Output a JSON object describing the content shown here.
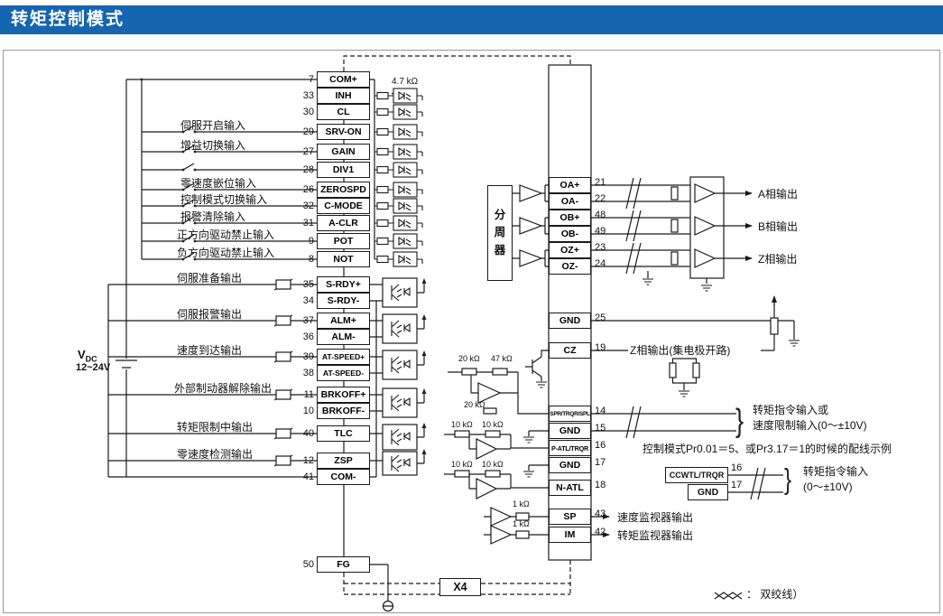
{
  "header": {
    "title": "转矩控制模式"
  },
  "left_connector": {
    "pins": [
      {
        "num": "7",
        "name": "COM+"
      },
      {
        "num": "33",
        "name": "INH"
      },
      {
        "num": "30",
        "name": "CL"
      },
      {
        "num": "29",
        "name": "SRV-ON"
      },
      {
        "num": "27",
        "name": "GAIN"
      },
      {
        "num": "28",
        "name": "DIV1"
      },
      {
        "num": "26",
        "name": "ZEROSPD"
      },
      {
        "num": "32",
        "name": "C-MODE"
      },
      {
        "num": "31",
        "name": "A-CLR"
      },
      {
        "num": "9",
        "name": "POT"
      },
      {
        "num": "8",
        "name": "NOT"
      },
      {
        "num": "35",
        "name": "S-RDY+"
      },
      {
        "num": "34",
        "name": "S-RDY-"
      },
      {
        "num": "37",
        "name": "ALM+"
      },
      {
        "num": "36",
        "name": "ALM-"
      },
      {
        "num": "39",
        "name": "AT-SPEED+"
      },
      {
        "num": "38",
        "name": "AT-SPEED-"
      },
      {
        "num": "11",
        "name": "BRKOFF+"
      },
      {
        "num": "10",
        "name": "BRKOFF-"
      },
      {
        "num": "40",
        "name": "TLC"
      },
      {
        "num": "12",
        "name": "ZSP"
      },
      {
        "num": "41",
        "name": "COM-"
      },
      {
        "num": "50",
        "name": "FG"
      }
    ]
  },
  "right_connector": {
    "pins": [
      {
        "name": "OA+",
        "num": "21"
      },
      {
        "name": "OA-",
        "num": "22"
      },
      {
        "name": "OB+",
        "num": "48"
      },
      {
        "name": "OB-",
        "num": "49"
      },
      {
        "name": "OZ+",
        "num": "23"
      },
      {
        "name": "OZ-",
        "num": "24"
      },
      {
        "name": "GND",
        "num": "25"
      },
      {
        "name": "CZ",
        "num": "19"
      },
      {
        "name": "SPR/TRQR/SPL",
        "num": "14"
      },
      {
        "name": "GND",
        "num": "15"
      },
      {
        "name": "P-ATL/TRQR",
        "num": "16"
      },
      {
        "name": "GND",
        "num": "17"
      },
      {
        "name": "N-ATL",
        "num": "18"
      },
      {
        "name": "SP",
        "num": "43"
      },
      {
        "name": "IM",
        "num": "42"
      }
    ]
  },
  "input_labels": [
    "伺服开启输入",
    "增益切换输入",
    "零速度嵌位输入",
    "控制模式切换输入",
    "报警清除输入",
    "正方向驱动禁止输入",
    "负方向驱动禁止输入"
  ],
  "output_labels": [
    "伺服准备输出",
    "伺服报警输出",
    "速度到达输出",
    "外部制动器解除输出",
    "转矩限制中输出",
    "零速度检测输出"
  ],
  "power": {
    "v": "V",
    "dc": "DC",
    "range": "12~24V"
  },
  "components": {
    "inh_resistor": "4.7 kΩ",
    "divider": "分周器",
    "r20k_a": "20 kΩ",
    "r47k": "47 kΩ",
    "r20k_b": "20 kΩ",
    "r10k_a": "10 kΩ",
    "r10k_b": "10 kΩ",
    "r10k_c": "10 kΩ",
    "r10k_d": "10 kΩ",
    "r1k_sp": "1 kΩ",
    "r1k_im": "1 kΩ"
  },
  "right_labels": {
    "phase_a": "A相输出",
    "phase_b": "B相输出",
    "phase_z": "Z相输出",
    "z_open_collector": "Z相输出(集电极开路)",
    "torque_cmd_or": "转矩指令输入或",
    "speed_limit": "速度限制输入(0～±10V)",
    "wiring_note": "控制模式Pr0.01＝5、或Pr3.17＝1的时候的配线示例",
    "speed_monitor": "速度监视器输出",
    "torque_monitor": "转矩监视器输出",
    "brace": "}"
  },
  "inset": {
    "pin1_name": "CCWTL/TRQR",
    "pin1_num": "16",
    "pin2_name": "GND",
    "pin2_num": "17",
    "label_line1": "转矩指令输入",
    "label_line2": "(0～±10V)",
    "brace": "}"
  },
  "footer": {
    "connector": "X4",
    "legend": "：  双绞线）"
  }
}
